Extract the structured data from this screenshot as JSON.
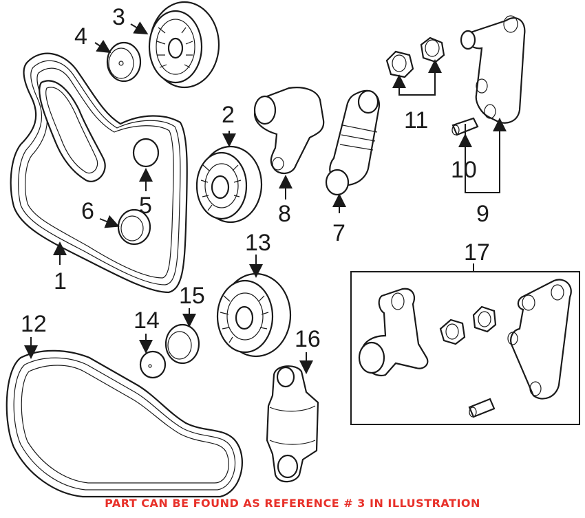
{
  "diagram": {
    "callouts": [
      {
        "id": "1",
        "text": "1"
      },
      {
        "id": "2",
        "text": "2"
      },
      {
        "id": "3",
        "text": "3"
      },
      {
        "id": "4",
        "text": "4"
      },
      {
        "id": "5",
        "text": "5"
      },
      {
        "id": "6",
        "text": "6"
      },
      {
        "id": "7",
        "text": "7"
      },
      {
        "id": "8",
        "text": "8"
      },
      {
        "id": "9",
        "text": "9"
      },
      {
        "id": "10",
        "text": "10"
      },
      {
        "id": "11",
        "text": "11"
      },
      {
        "id": "12",
        "text": "12"
      },
      {
        "id": "13",
        "text": "13"
      },
      {
        "id": "14",
        "text": "14"
      },
      {
        "id": "15",
        "text": "15"
      },
      {
        "id": "16",
        "text": "16"
      },
      {
        "id": "17",
        "text": "17"
      }
    ]
  },
  "caption": {
    "text": "PART CAN BE FOUND AS REFERENCE # 3 IN ILLUSTRATION",
    "color": "#e8312a"
  },
  "colors": {
    "line": "#1a1a1a",
    "background": "#ffffff"
  }
}
